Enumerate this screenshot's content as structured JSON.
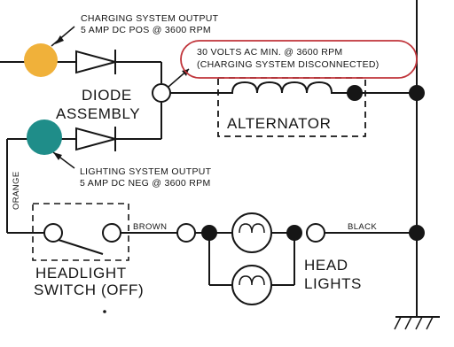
{
  "labels": {
    "charging_output_line1": "CHARGING SYSTEM OUTPUT",
    "charging_output_line2": "5 AMP DC POS  @ 3600 RPM",
    "diode_line1": "DIODE",
    "diode_line2": "ASSEMBLY",
    "ac_spec_line1": "30 VOLTS AC MIN. @ 3600 RPM",
    "ac_spec_line2": "(CHARGING SYSTEM DISCONNECTED)",
    "alternator": "ALTERNATOR",
    "lighting_output_line1": "LIGHTING SYSTEM OUTPUT",
    "lighting_output_line2": "5 AMP DC NEG  @ 3600 RPM",
    "wire_orange": "ORANGE",
    "wire_brown": "BROWN",
    "wire_black": "BLACK",
    "switch_line1": "HEADLIGHT",
    "switch_line2": "SWITCH (OFF)",
    "lights_line1": "HEAD",
    "lights_line2": "LIGHTS"
  },
  "colors": {
    "marker_charging": "#f0b13a",
    "marker_lighting": "#1f8d89",
    "highlight_ring": "#c0343a",
    "ink": "#161616"
  }
}
